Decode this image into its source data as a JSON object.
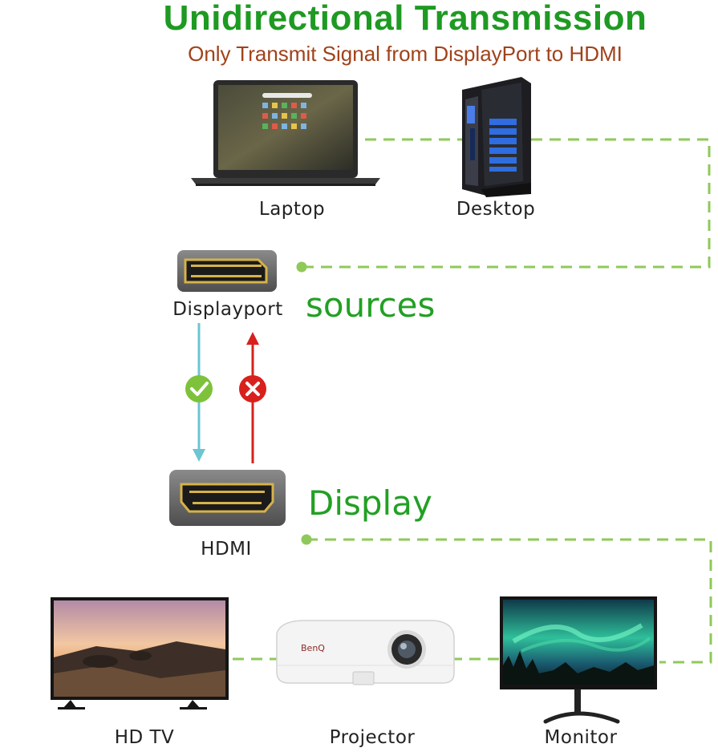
{
  "header": {
    "title": "Unidirectional Transmission",
    "subtitle": "Only Transmit Signal from DisplayPort to HDMI"
  },
  "sources": {
    "section_label": "sources",
    "devices": [
      {
        "label": "Laptop",
        "icon": "laptop-icon"
      },
      {
        "label": "Desktop",
        "icon": "desktop-tower-icon"
      }
    ],
    "port_label": "Displayport",
    "port_icon": "displayport-connector-icon"
  },
  "signal": {
    "allowed_direction": "DisplayPort to HDMI",
    "allowed_icon": "check-icon",
    "blocked_direction": "HDMI to DisplayPort",
    "blocked_icon": "cross-icon",
    "colors": {
      "allowed": "#6cc5d2",
      "blocked": "#d8211c",
      "check": "#7dc23a"
    }
  },
  "display": {
    "section_label": "Display",
    "port_label": "HDMI",
    "port_icon": "hdmi-connector-icon",
    "devices": [
      {
        "label": "HD TV",
        "icon": "tv-icon"
      },
      {
        "label": "Projector",
        "icon": "projector-icon"
      },
      {
        "label": "Monitor",
        "icon": "monitor-icon"
      }
    ]
  },
  "colors": {
    "title": "#1e9a22",
    "subtitle": "#a0421a",
    "section": "#22a024",
    "dashed_line": "#8fc95a"
  }
}
